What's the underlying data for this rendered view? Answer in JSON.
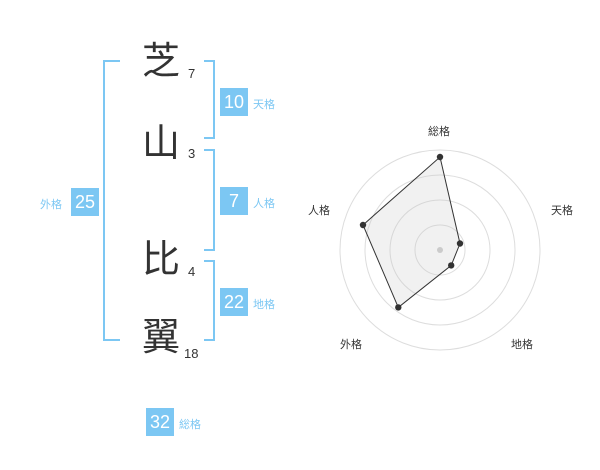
{
  "name_chars": [
    {
      "char": "芝",
      "strokes": "7"
    },
    {
      "char": "山",
      "strokes": "3"
    },
    {
      "char": "比",
      "strokes": "4"
    },
    {
      "char": "翼",
      "strokes": "18"
    }
  ],
  "kaku": {
    "tenkaku": {
      "value": "10",
      "label": "天格"
    },
    "jinkaku": {
      "value": "7",
      "label": "人格"
    },
    "chikaku": {
      "value": "22",
      "label": "地格"
    },
    "gaikaku": {
      "value": "25",
      "label": "外格"
    },
    "soukaku": {
      "value": "32",
      "label": "総格"
    }
  },
  "colors": {
    "accent": "#7cc7f3",
    "text": "#333333",
    "grid": "#dddddd",
    "fill": "#eeeeee"
  },
  "radar": {
    "axes": [
      "総格",
      "天格",
      "地格",
      "外格",
      "人格"
    ],
    "values": [
      0.93,
      0.21,
      0.19,
      0.71,
      0.81
    ],
    "rings": 4
  }
}
